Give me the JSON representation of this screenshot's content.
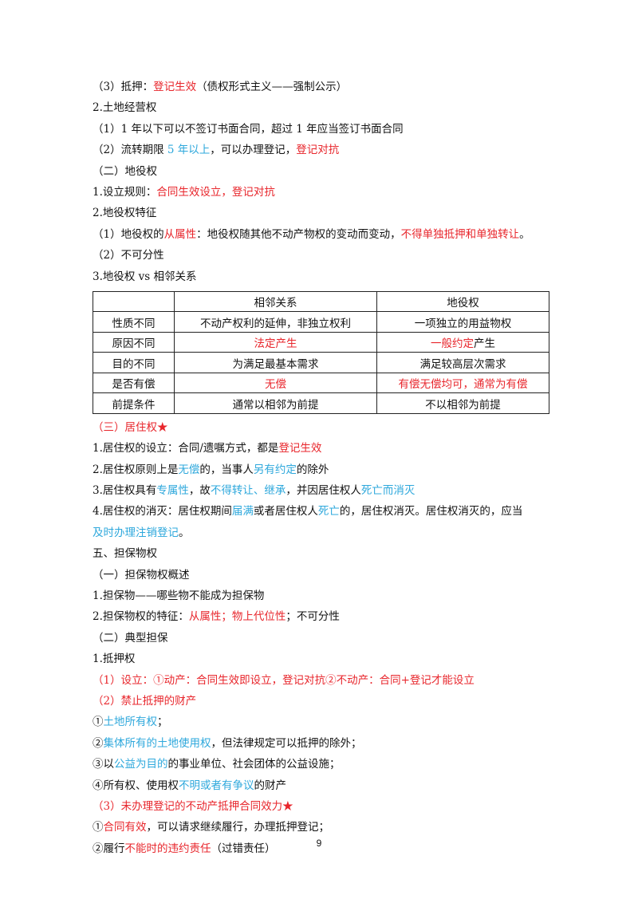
{
  "lines_top": [
    {
      "segs": [
        {
          "t": "（3）抵押："
        },
        {
          "t": "登记生效",
          "c": "red"
        },
        {
          "t": "（债权形式主义——强制公示）"
        }
      ]
    },
    {
      "segs": [
        {
          "t": "2.土地经营权"
        }
      ]
    },
    {
      "segs": [
        {
          "t": "（1）1 年以下可以不签订书面合同，超过 1 年应当签订书面合同"
        }
      ]
    },
    {
      "segs": [
        {
          "t": "（2）流转期限 "
        },
        {
          "t": "5 年以上",
          "c": "blue"
        },
        {
          "t": "，可以办理登记，"
        },
        {
          "t": "登记对抗",
          "c": "red"
        }
      ]
    },
    {
      "segs": [
        {
          "t": "（二）地役权"
        }
      ]
    },
    {
      "segs": [
        {
          "t": "1.设立规则："
        },
        {
          "t": "合同生效设立，登记对抗",
          "c": "red"
        }
      ]
    },
    {
      "segs": [
        {
          "t": "2.地役权特征"
        }
      ]
    },
    {
      "segs": [
        {
          "t": "（1）地役权的"
        },
        {
          "t": "从属性",
          "c": "red"
        },
        {
          "t": "：地役权随其他不动产物权的变动而变动，"
        },
        {
          "t": "不得单独抵押和单独转让",
          "c": "red"
        },
        {
          "t": "。"
        }
      ]
    },
    {
      "segs": [
        {
          "t": "（2）不可分性"
        }
      ]
    },
    {
      "segs": [
        {
          "t": "3.地役权 vs 相邻关系"
        }
      ]
    }
  ],
  "table": {
    "header": [
      "",
      "相邻关系",
      "地役权"
    ],
    "rows": [
      [
        [
          {
            "t": "性质不同"
          }
        ],
        [
          {
            "t": "不动产权利的延伸，非独立权利"
          }
        ],
        [
          {
            "t": "一项独立的用益物权"
          }
        ]
      ],
      [
        [
          {
            "t": "原因不同"
          }
        ],
        [
          {
            "t": "法定产生",
            "c": "red"
          }
        ],
        [
          {
            "t": "一般约定",
            "c": "red"
          },
          {
            "t": "产生"
          }
        ]
      ],
      [
        [
          {
            "t": "目的不同"
          }
        ],
        [
          {
            "t": "为满足最基本需求"
          }
        ],
        [
          {
            "t": "满足较高层次需求"
          }
        ]
      ],
      [
        [
          {
            "t": "是否有偿"
          }
        ],
        [
          {
            "t": "无偿",
            "c": "red"
          }
        ],
        [
          {
            "t": "有偿无偿均可，通常为有偿",
            "c": "red"
          }
        ]
      ],
      [
        [
          {
            "t": "前提条件"
          }
        ],
        [
          {
            "t": "通常以相邻为前提"
          }
        ],
        [
          {
            "t": "不以相邻为前提"
          }
        ]
      ]
    ]
  },
  "lines_bottom": [
    {
      "segs": [
        {
          "t": "（三）居住权★",
          "c": "red"
        }
      ]
    },
    {
      "segs": [
        {
          "t": "1.居住权的设立：合同/遗嘱方式，都是"
        },
        {
          "t": "登记生效",
          "c": "red"
        }
      ]
    },
    {
      "segs": [
        {
          "t": "2.居住权原则上是"
        },
        {
          "t": "无偿",
          "c": "blue"
        },
        {
          "t": "的，当事人"
        },
        {
          "t": "另有约定",
          "c": "blue"
        },
        {
          "t": "的除外"
        }
      ]
    },
    {
      "segs": [
        {
          "t": "3.居住权具有"
        },
        {
          "t": "专属性",
          "c": "blue"
        },
        {
          "t": "，故"
        },
        {
          "t": "不得转让、继承",
          "c": "blue"
        },
        {
          "t": "，并因居住权人"
        },
        {
          "t": "死亡而消灭",
          "c": "blue"
        }
      ]
    },
    {
      "segs": [
        {
          "t": "4.居住权的消灭：居住权期间"
        },
        {
          "t": "届满",
          "c": "blue"
        },
        {
          "t": "或者居住权人"
        },
        {
          "t": "死亡",
          "c": "blue"
        },
        {
          "t": "的，居住权消灭。居住权消灭的，应当"
        }
      ]
    },
    {
      "segs": [
        {
          "t": "及时办理注销登记",
          "c": "blue"
        },
        {
          "t": "。"
        }
      ]
    },
    {
      "segs": [
        {
          "t": "五、担保物权"
        }
      ]
    },
    {
      "segs": [
        {
          "t": "（一）担保物权概述"
        }
      ]
    },
    {
      "segs": [
        {
          "t": "1.担保物——哪些物不能成为担保物"
        }
      ]
    },
    {
      "segs": [
        {
          "t": "2.担保物权的特征："
        },
        {
          "t": "从属性；物上代位性",
          "c": "red"
        },
        {
          "t": "；不可分性"
        }
      ]
    },
    {
      "segs": [
        {
          "t": "（二）典型担保"
        }
      ]
    },
    {
      "segs": [
        {
          "t": "1.抵押权"
        }
      ]
    },
    {
      "segs": [
        {
          "t": "（1）设立：①动产：合同生效即设立，登记对抗②不动产：合同+登记才能设立",
          "c": "red"
        }
      ]
    },
    {
      "segs": [
        {
          "t": "（2）禁止抵押的财产",
          "c": "red"
        }
      ]
    },
    {
      "segs": [
        {
          "t": "①"
        },
        {
          "t": "土地所有权",
          "c": "blue"
        },
        {
          "t": "；"
        }
      ]
    },
    {
      "segs": [
        {
          "t": "②"
        },
        {
          "t": "集体所有的土地使用权",
          "c": "blue"
        },
        {
          "t": "，但法律规定可以抵押的除外；"
        }
      ]
    },
    {
      "segs": [
        {
          "t": "③以"
        },
        {
          "t": "公益为目的",
          "c": "blue"
        },
        {
          "t": "的事业单位、社会团体的公益设施；"
        }
      ]
    },
    {
      "segs": [
        {
          "t": "④所有权、使用权"
        },
        {
          "t": "不明或者有争议",
          "c": "blue"
        },
        {
          "t": "的财产"
        }
      ]
    },
    {
      "segs": [
        {
          "t": "（3）未办理登记的不动产抵押合同效力★",
          "c": "red"
        }
      ]
    },
    {
      "segs": [
        {
          "t": "①"
        },
        {
          "t": "合同有效",
          "c": "red"
        },
        {
          "t": "，可以请求继续履行，办理抵押登记；"
        }
      ]
    },
    {
      "segs": [
        {
          "t": "②履行"
        },
        {
          "t": "不能时的违约责任",
          "c": "red"
        },
        {
          "t": "（过错责任）"
        }
      ]
    }
  ],
  "page_number": "9"
}
